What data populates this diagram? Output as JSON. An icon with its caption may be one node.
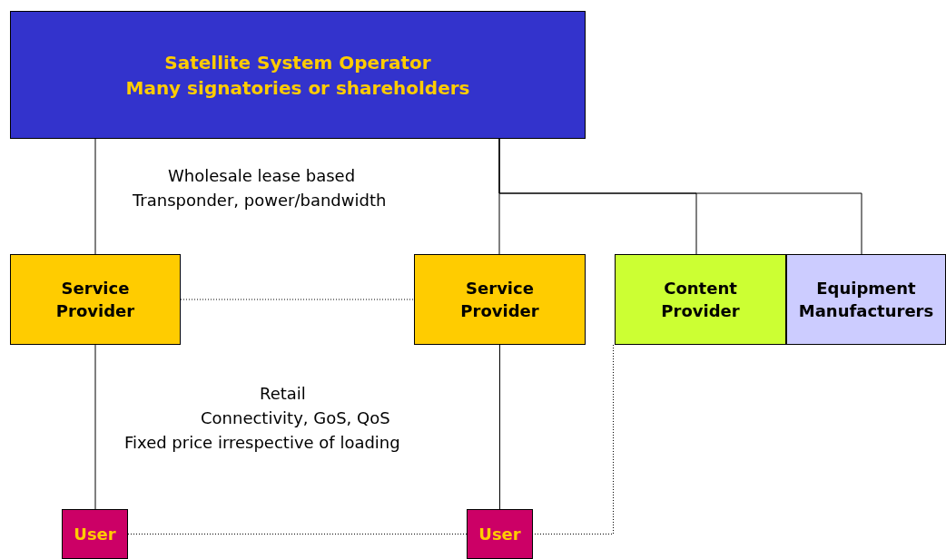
{
  "diagram": {
    "nodes": [
      {
        "text": [
          "Satellite System Operator",
          "Many signatories or shareholders"
        ]
      },
      {
        "text": [
          "Service Provider"
        ]
      },
      {
        "text": [
          "Service Provider"
        ]
      },
      {
        "text": [
          "Content Provider"
        ]
      },
      {
        "text": [
          "Equipment Manufacturers"
        ]
      },
      {
        "text": [
          "User"
        ]
      },
      {
        "text": [
          "User"
        ]
      }
    ],
    "edges": [
      {
        "from": 0,
        "to": 1,
        "arrow": "none"
      },
      {
        "from": 0,
        "to": 2,
        "arrow": "none"
      },
      {
        "from": 0,
        "to": 3,
        "arrow": "none"
      },
      {
        "from": 0,
        "to": 4,
        "arrow": "none"
      },
      {
        "from": 1,
        "to": 2,
        "arrow": "none",
        "style": "dashed"
      },
      {
        "from": 1,
        "to": 5,
        "arrow": "none"
      },
      {
        "from": 2,
        "to": 6,
        "arrow": "none"
      },
      {
        "from": 5,
        "to": 6,
        "arrow": "none",
        "style": "dashed"
      },
      {
        "from": 3,
        "to": 6,
        "arrow": "none",
        "style": "dashed"
      }
    ],
    "labels": [
      "Wholesale lease based",
      "Transponder, power/bandwidth",
      "Retail",
      "Connectivity, GoS, QoS",
      "Fixed price irrespective of loading"
    ]
  }
}
